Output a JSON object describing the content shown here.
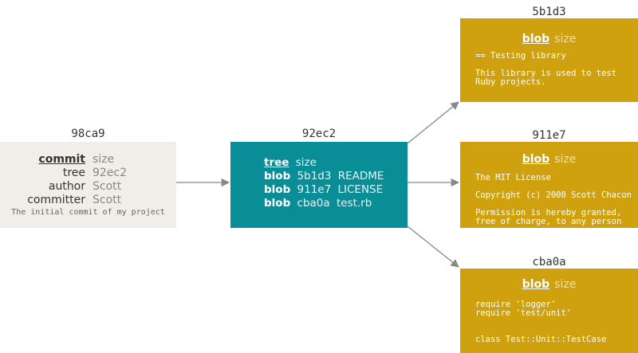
{
  "commit": {
    "hash": "98ca9",
    "header_key": "commit",
    "header_val": "size",
    "rows": [
      {
        "key": "tree",
        "val": "92ec2"
      },
      {
        "key": "author",
        "val": "Scott"
      },
      {
        "key": "committer",
        "val": "Scott"
      }
    ],
    "message": "The initial commit of my project"
  },
  "tree": {
    "hash": "92ec2",
    "header_key": "tree",
    "header_val": "size",
    "entries": [
      {
        "type": "blob",
        "sha": "5b1d3",
        "name": "README"
      },
      {
        "type": "blob",
        "sha": "911e7",
        "name": "LICENSE"
      },
      {
        "type": "blob",
        "sha": "cba0a",
        "name": "test.rb"
      }
    ]
  },
  "blobs": [
    {
      "hash": "5b1d3",
      "kw": "blob",
      "size": "size",
      "lines": [
        "== Testing library",
        "",
        "This library is used to test",
        "Ruby projects."
      ]
    },
    {
      "hash": "911e7",
      "kw": "blob",
      "size": "size",
      "lines": [
        "The MIT License",
        "",
        "Copyright (c) 2008 Scott Chacon",
        "",
        "Permission is hereby granted,",
        "free of charge, to any person"
      ]
    },
    {
      "hash": "cba0a",
      "kw": "blob",
      "size": "size",
      "lines": [
        "require 'logger'",
        "require 'test/unit'",
        "",
        "",
        "class Test::Unit::TestCase"
      ]
    }
  ],
  "colors": {
    "commit_bg": "#efeee9",
    "tree_bg": "#098d96",
    "blob_bg": "#cfa10e",
    "arrow": "#888888"
  }
}
